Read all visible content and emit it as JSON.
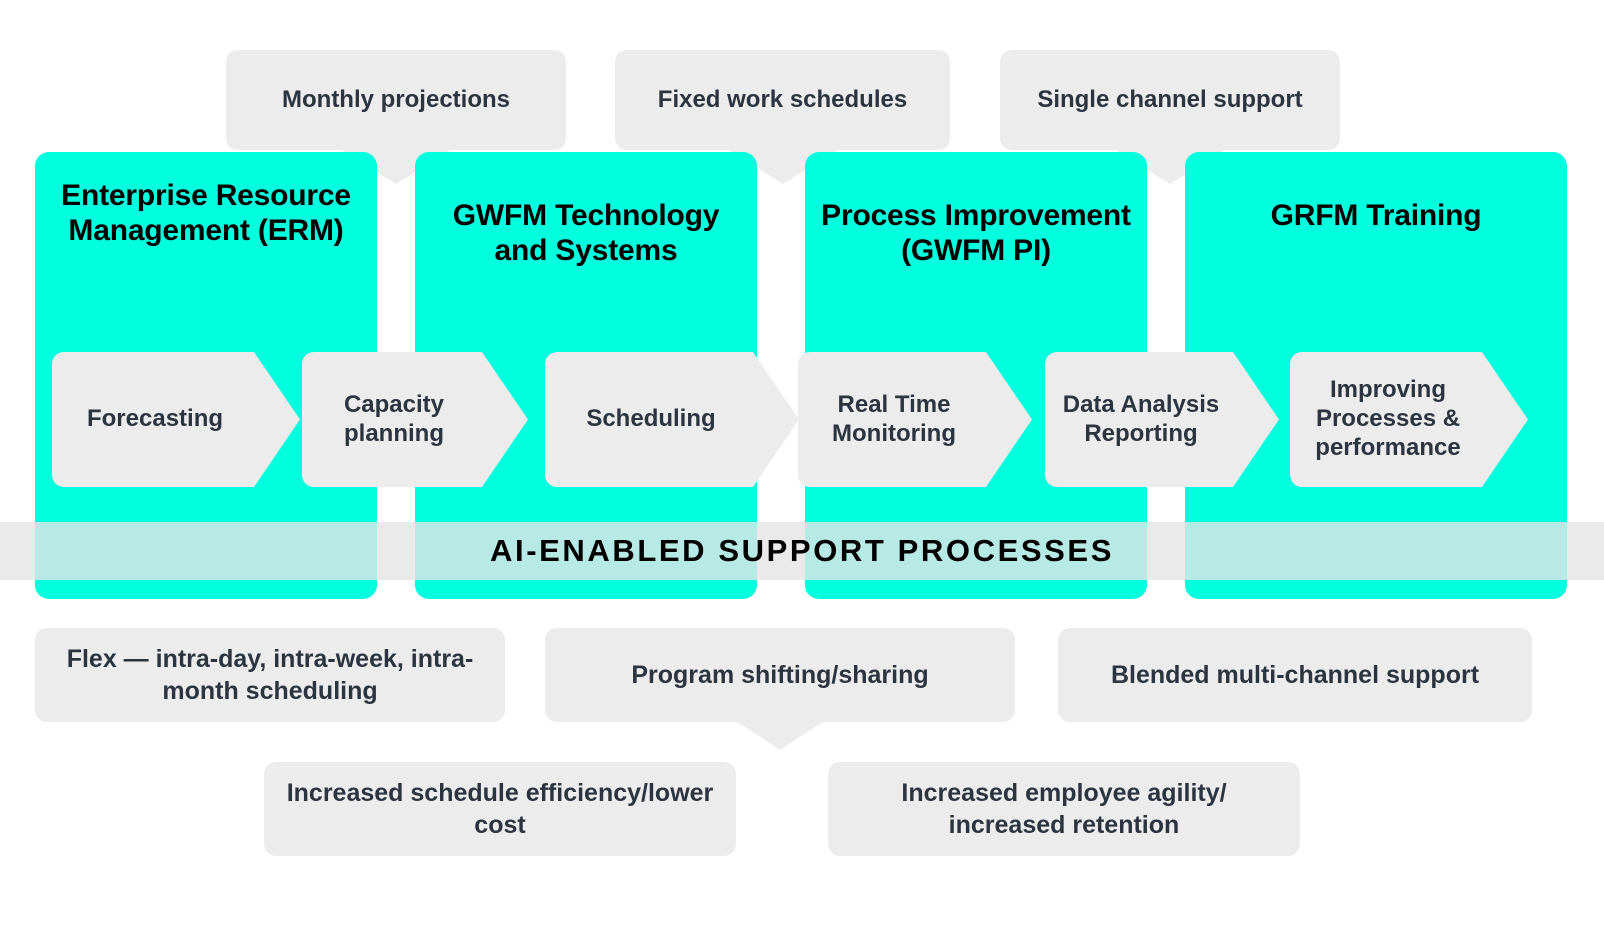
{
  "colors": {
    "pillar": "#03FFDE",
    "box": "#ECECEC",
    "text_dark": "#2C3440",
    "title_text": "#000000",
    "background": "#FFFFFF"
  },
  "banner": {
    "label": "AI-ENABLED SUPPORT PROCESSES"
  },
  "pillars": [
    {
      "title": "Enterprise Resource Management (ERM)"
    },
    {
      "title": "GWFM Technology and Systems"
    },
    {
      "title": "Process Improvement (GWFM PI)"
    },
    {
      "title": "GRFM Training"
    }
  ],
  "top_callouts": [
    {
      "label": "Monthly projections"
    },
    {
      "label": "Fixed work schedules"
    },
    {
      "label": "Single channel support"
    }
  ],
  "chevrons": [
    {
      "label": "Forecasting"
    },
    {
      "label": "Capacity planning"
    },
    {
      "label": "Scheduling"
    },
    {
      "label": "Real Time Monitoring"
    },
    {
      "label": "Data Analysis Reporting"
    },
    {
      "label": "Improving Processes & performance"
    }
  ],
  "bottom_callouts": [
    {
      "label": "Flex — intra-day, intra-week, intra-month scheduling"
    },
    {
      "label": "Program shifting/sharing"
    },
    {
      "label": "Blended multi-channel support"
    },
    {
      "label": "Increased schedule efficiency/lower cost"
    },
    {
      "label": "Increased employee agility/ increased retention"
    }
  ]
}
